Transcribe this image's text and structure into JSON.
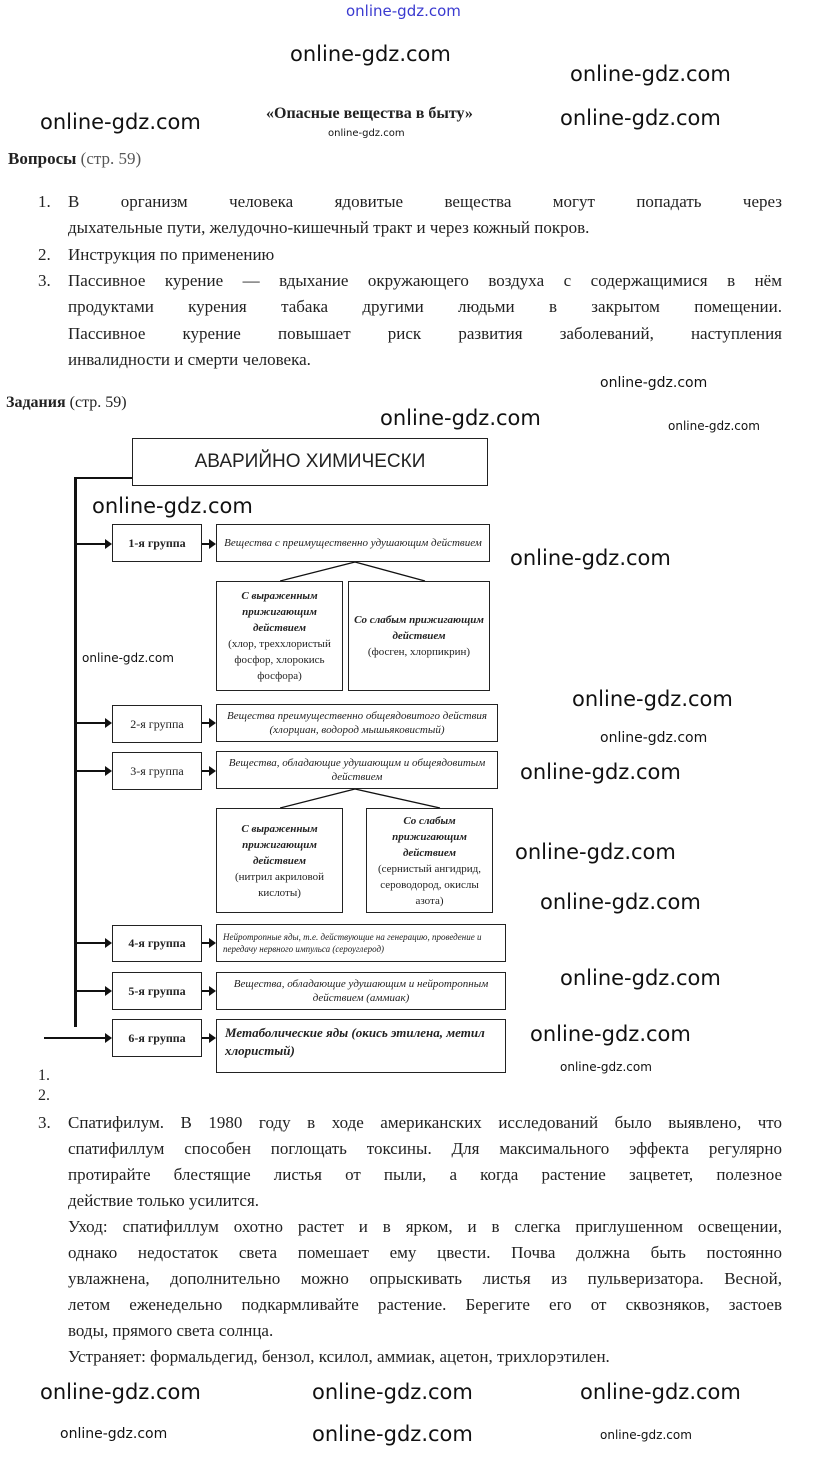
{
  "watermark": "online-gdz.com",
  "title": "«Опасные вещества в быту»",
  "questions": {
    "heading": "Вопросы",
    "page_ref": "(стр. 59)",
    "items": [
      {
        "num": "1.",
        "lines": [
          "В организм человека ядовитые вещества могут попадать через",
          "дыхательные пути, желудочно-кишечный тракт и через кожный покров."
        ]
      },
      {
        "num": "2.",
        "lines": [
          "Инструкция по применению"
        ]
      },
      {
        "num": "3.",
        "lines": [
          "Пассивное курение — вдыхание окружающего воздуха с содержащимися в нём",
          "продуктами курения табака другими людьми в закрытом помещении.",
          "Пассивное курение повышает риск развития заболеваний, наступления",
          "инвалидности и смерти человека."
        ]
      }
    ]
  },
  "tasks": {
    "heading": "Задания",
    "page_ref": "(стр. 59)"
  },
  "diagram": {
    "root": "АВАРИЙНО ХИМИЧЕСКИ",
    "groups": [
      {
        "label": "1-я группа",
        "desc": "Вещества с преимущественно удушающим действием"
      },
      {
        "label": "2-я группа",
        "desc": "Вещества преимущественно общеядовитого действия (хлорциан, водород мышьяковистый)"
      },
      {
        "label": "3-я группа",
        "desc": "Вещества, обладающие удушающим и общеядовитым действием"
      },
      {
        "label": "4-я группа",
        "desc": "Нейротропные яды, т.е. действующие на генерацию, проведение и передачу нервного импульса (сероуглерод)"
      },
      {
        "label": "5-я группа",
        "desc": "Вещества, обладающие удушающим и нейротропным действием (аммиак)"
      },
      {
        "label": "6-я группа",
        "desc": "Метаболические яды (окись этилена, метил хлористый)"
      }
    ],
    "sub1": [
      {
        "title": "С выраженным прижигающим действием",
        "detail": "(хлор, треххлористый фосфор, хлорокись фосфора)"
      },
      {
        "title": "Со слабым прижигающим действием",
        "detail": "(фосген, хлорпикрин)"
      }
    ],
    "sub3": [
      {
        "title": "С выраженным прижигающим действием",
        "detail": "(нитрил акриловой кислоты)"
      },
      {
        "title": "Со слабым прижигающим действием",
        "detail": "(сернистый ангидрид, сероводород, окислы азота)"
      }
    ]
  },
  "answers": {
    "n1": "1.",
    "n2": "2.",
    "n3": "3.",
    "lines": [
      "Спатифилум. В 1980 году в ходе американских исследований было выявлено, что",
      "спатифиллум способен поглощать токсины. Для максимального эффекта регулярно",
      "протирайте блестящие листья от пыли, а когда растение зацветет, полезное",
      "действие только усилится.",
      "Уход: спатифиллум охотно растет и в ярком, и в слегка приглушенном освещении,",
      "однако недостаток света помешает ему цвести. Почва должна быть постоянно",
      "увлажнена, дополнительно можно опрыскивать листья из пульверизатора. Весной,",
      "летом еженедельно подкармливайте растение. Берегите его от сквозняков, застоев",
      "воды, прямого света солнца.",
      "Устраняет: формальдегид, бензол, ксилол, аммиак, ацетон, трихлорэтилен."
    ]
  }
}
